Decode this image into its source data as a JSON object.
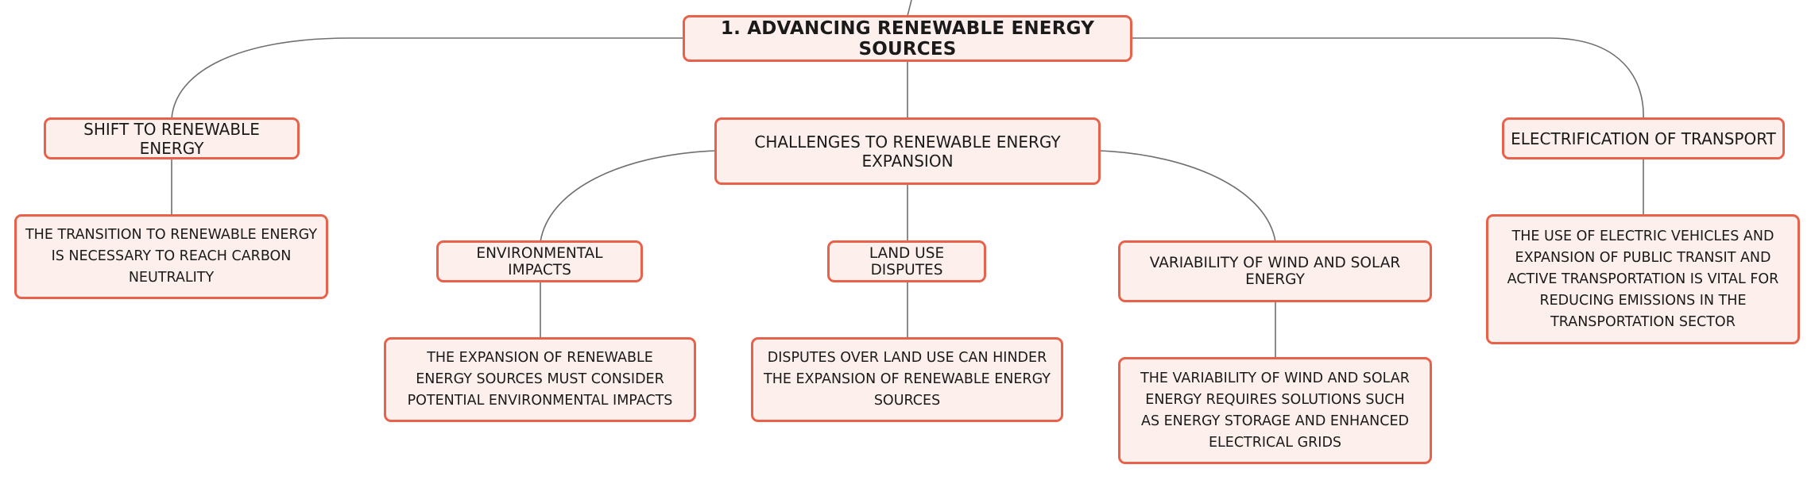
{
  "root": {
    "title": "1. ADVANCING RENEWABLE ENERGY SOURCES"
  },
  "branches": {
    "shift": {
      "label": "SHIFT TO RENEWABLE ENERGY",
      "detail": "THE TRANSITION TO RENEWABLE ENERGY IS NECESSARY TO REACH CARBON NEUTRALITY"
    },
    "challenges": {
      "label": "CHALLENGES TO RENEWABLE ENERGY EXPANSION",
      "children": {
        "environmental": {
          "label": "ENVIRONMENTAL IMPACTS",
          "detail": "THE EXPANSION OF RENEWABLE ENERGY SOURCES MUST CONSIDER POTENTIAL ENVIRONMENTAL IMPACTS"
        },
        "land": {
          "label": "LAND USE DISPUTES",
          "detail": "DISPUTES OVER LAND USE CAN HINDER THE EXPANSION OF RENEWABLE ENERGY SOURCES"
        },
        "variability": {
          "label": "VARIABILITY OF WIND AND SOLAR ENERGY",
          "detail": "THE VARIABILITY OF WIND AND SOLAR ENERGY REQUIRES SOLUTIONS SUCH AS ENERGY STORAGE AND ENHANCED ELECTRICAL GRIDS"
        }
      }
    },
    "transport": {
      "label": "ELECTRIFICATION OF TRANSPORT",
      "detail": "THE USE OF ELECTRIC VEHICLES AND EXPANSION OF PUBLIC TRANSIT AND ACTIVE TRANSPORTATION IS VITAL FOR REDUCING EMISSIONS IN THE TRANSPORTATION SECTOR"
    }
  }
}
